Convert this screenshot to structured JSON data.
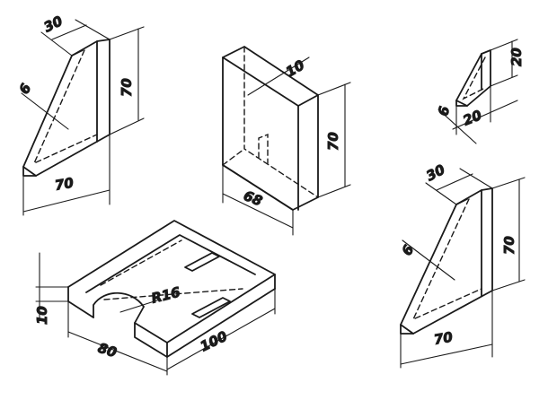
{
  "colors": {
    "ink": "#1a1a1a",
    "paper": "#ffffff"
  },
  "parts": {
    "tl_rib": {
      "top_width": "30",
      "height": "70",
      "thickness": "6",
      "base": "70"
    },
    "center_plate": {
      "thickness": "10",
      "height": "70",
      "width": "68"
    },
    "small_rib": {
      "height": "20",
      "base": "20",
      "thickness": "6"
    },
    "base_plate": {
      "height": "10",
      "radius": "R16",
      "depth": "80",
      "length": "100"
    },
    "br_rib": {
      "top_width": "30",
      "height": "70",
      "thickness": "6",
      "base": "70"
    }
  }
}
